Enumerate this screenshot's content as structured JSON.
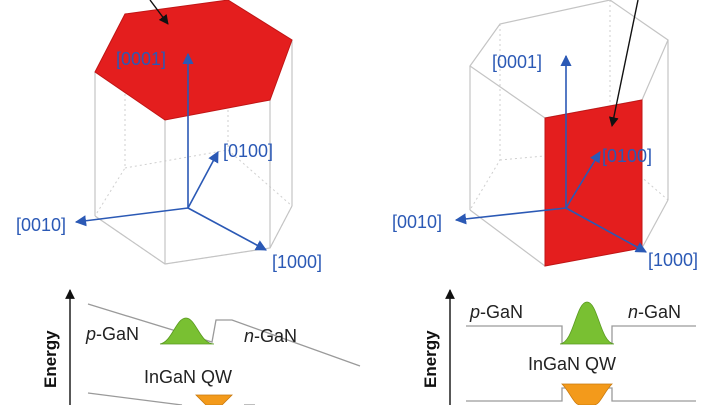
{
  "colors": {
    "facet": "#e41e1e",
    "vector": "#2b59b5",
    "electron_wave": "#79c032",
    "hole_wave": "#f39a1b"
  },
  "polar": {
    "directions": {
      "c": "[0001]",
      "a1": "[0100]",
      "a2": "[0010]",
      "a3": "[1000]"
    },
    "band": {
      "p_label": "-GaN",
      "p_prefix": "p",
      "n_label": "-GaN",
      "n_prefix": "n",
      "qw_label": "InGaN QW",
      "energy_label": "Energy"
    }
  },
  "nonpolar": {
    "directions": {
      "c": "[0001]",
      "a1": "[0100]",
      "a2": "[0010]",
      "a3": "[1000]"
    },
    "band": {
      "p_label": "-GaN",
      "p_prefix": "p",
      "n_label": "-GaN",
      "n_prefix": "n",
      "qw_label": "InGaN QW",
      "energy_label": "Energy"
    }
  }
}
